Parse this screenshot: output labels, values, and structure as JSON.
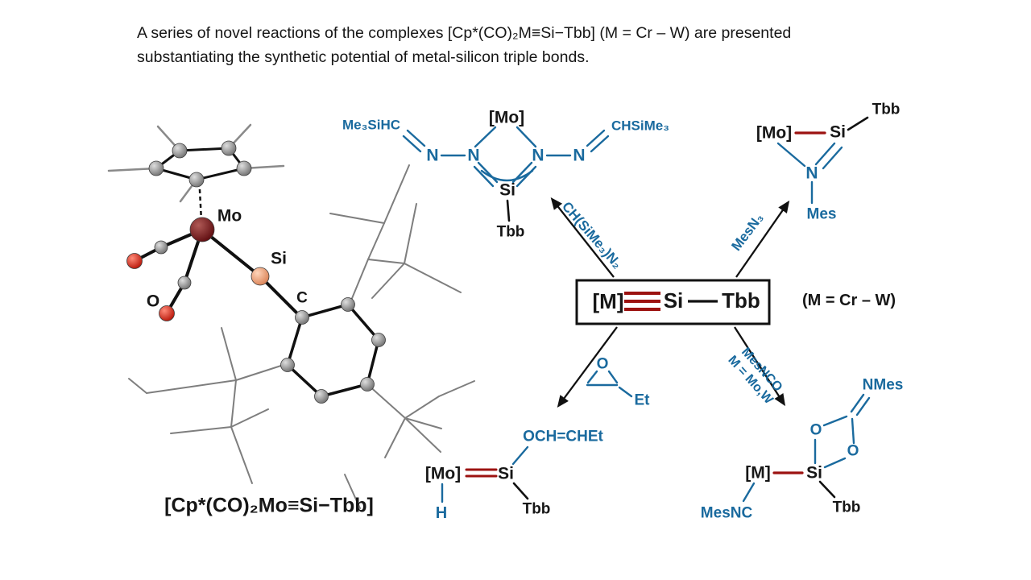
{
  "colors": {
    "accent_blue": "#1a6a9e",
    "bond_red": "#9c1210",
    "text_black": "#161616",
    "ball_gray": "#8a8a8a",
    "ball_oxygen_red": "#d32315",
    "ball_silicon_salmon": "#e89a79",
    "ball_molybdenum_maroon": "#7a1113"
  },
  "header": {
    "text": "A series of novel reactions of the complexes [Cp*(CO)₂M≡Si−Tbb] (M = Cr – W) are presented\nsubstantiating the synthetic potential of metal-silicon triple bonds."
  },
  "crystal": {
    "labels": {
      "mo": "Mo",
      "si": "Si",
      "c": "C",
      "o": "O"
    },
    "caption": "[Cp*(CO)₂Mo≡Si−Tbb]"
  },
  "central_complex": {
    "m": "[M]",
    "si": "Si",
    "tbb": "Tbb",
    "m_range": "(M = Cr – W)"
  },
  "reagents": {
    "top_left": "CH(SiMe₃)N₂",
    "top_right": "MesN₃",
    "bottom_left": {
      "o": "O",
      "et": "Et"
    },
    "bottom_right": {
      "line1": "MesNCO",
      "line2": "M = Mo,W"
    }
  },
  "products": {
    "top_center": {
      "mo": "[Mo]",
      "n_left_outer": "N",
      "n_left_inner": "N",
      "n_right_inner": "N",
      "n_right_outer": "N",
      "si": "Si",
      "tbb": "Tbb",
      "left_substituent": "Me₃SiHC",
      "right_substituent": "CHSiMe₃"
    },
    "top_right": {
      "mo": "[Mo]",
      "si": "Si",
      "tbb": "Tbb",
      "n": "N",
      "mes": "Mes"
    },
    "bottom_left": {
      "mo": "[Mo]",
      "si": "Si",
      "tbb": "Tbb",
      "h": "H",
      "vinyloxy": "OCH=CHEt"
    },
    "bottom_right": {
      "m": "[M]",
      "si": "Si",
      "tbb": "Tbb",
      "o_top": "O",
      "o_right": "O",
      "nmes": "NMes",
      "mesnc": "MesNC"
    }
  }
}
